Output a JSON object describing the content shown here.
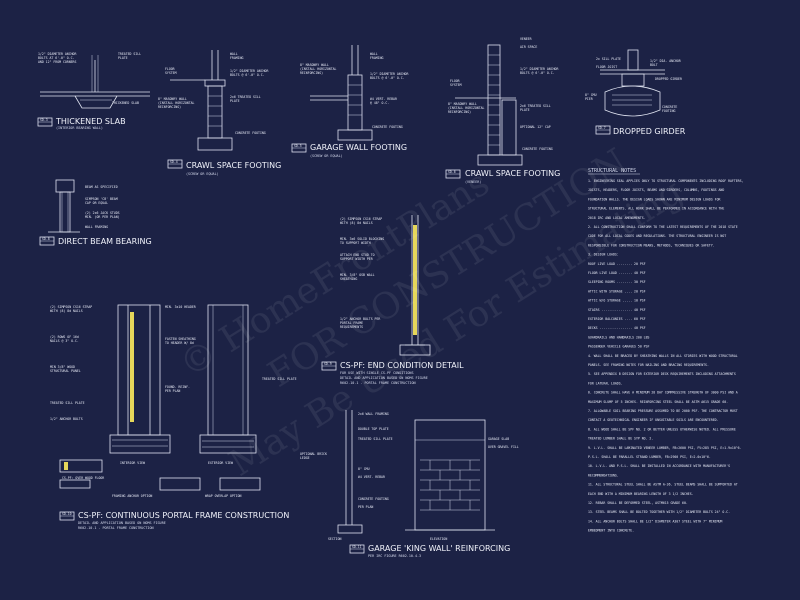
{
  "details": {
    "thickened_slab": {
      "title": "THICKENED SLAB",
      "subtitle": "(INTERIOR BEARING WALL)",
      "tag": "SD-3"
    },
    "crawl_space_footing_1": {
      "title": "CRAWL SPACE FOOTING",
      "subtitle": "(SCREW OR EQUAL)",
      "tag": "SD-4"
    },
    "garage_wall_footing": {
      "title": "GARAGE WALL FOOTING",
      "subtitle": "(SCREW OR EQUAL)",
      "tag": "SD-5"
    },
    "crawl_space_footing_2": {
      "title": "CRAWL SPACE FOOTING",
      "subtitle": "(VENEER)",
      "tag": "SD-6"
    },
    "dropped_girder": {
      "title": "DROPPED GIRDER",
      "tag": "SD-7"
    },
    "direct_beam_bearing": {
      "title": "DIRECT BEAM BEARING",
      "tag": "SD-8"
    },
    "cs_pf_end": {
      "title": "CS-PF: END CONDITION DETAIL",
      "subtitle": "FOR USE WITH SINGLE CS-PF CONDITIONS",
      "subtitle2": "DETAIL AND APPLICATION BASED ON NOMS FIGURE",
      "subtitle3": "R602.10.1 - PORTAL FRAME CONSTRUCTION",
      "tag": "SD-9"
    },
    "cs_pf_continuous": {
      "title": "CS-PF: CONTINUOUS PORTAL FRAME CONSTRUCTION",
      "subtitle": "DETAIL AND APPLICATION BASED ON NOMS FIGURE",
      "subtitle2": "R602.10.1 - PORTAL FRAME CONSTRUCTION",
      "tag": "SD-10"
    },
    "garage_king_wall": {
      "title": "GARAGE 'KING WALL' REINFORCING",
      "subtitle": "PER IRC FIGURE R602.10.4.3",
      "tag": "SD-11"
    }
  },
  "view_labels": {
    "interior": "INTERIOR VIEW",
    "exterior": "EXTERIOR VIEW",
    "framing_anchor": "FRAMING ANCHOR OPTION",
    "wrap_overlap": "WRAP OVERLAP OPTION",
    "over_wood_floor": "CS-PF: OVER WOOD FLOOR",
    "section": "SECTION",
    "elevation": "ELEVATION"
  },
  "structural_notes": {
    "title": "STRUCTURAL NOTES",
    "lines": [
      "1. ENGINEERING SEAL APPLIES ONLY TO STRUCTURAL COMPONENTS INCLUDING ROOF RAFTERS,",
      "   JOISTS, HEADERS, FLOOR JOISTS, BEAMS AND GIRDERS, COLUMNS, FOOTINGS AND",
      "   FOUNDATION WALLS. THE DESIGN LOADS SHOWN ARE MINIMUM DESIGN LOADS FOR",
      "   STRUCTURAL ELEMENTS. ALL WORK SHALL BE PERFORMED IN ACCORDANCE WITH THE",
      "   2018 IRC AND LOCAL AMENDMENTS.",
      "2. ALL CONSTRUCTION SHALL CONFORM TO THE LATEST REQUIREMENTS OF THE 2018 STATE",
      "   CODE FOR ALL LOCAL CODES AND REGULATIONS. THE STRUCTURAL ENGINEER IS NOT",
      "   RESPONSIBLE FOR CONSTRUCTION MEANS, METHODS, TECHNIQUES OR SAFETY.",
      "3. DESIGN LOADS:",
      "   ROOF LIVE LOAD ........ 20 PSF",
      "   FLOOR LIVE LOAD ....... 40 PSF",
      "   SLEEPING ROOMS ........ 30 PSF",
      "   ATTIC WITH STORAGE .... 20 PSF",
      "   ATTIC W/O STORAGE ..... 10 PSF",
      "   STAIRS ................ 40 PSF",
      "   EXTERIOR BALCONIES .... 60 PSF",
      "   DECKS ................. 40 PSF",
      "   GUARDRAILS AND HANDRAILS 200 LBS",
      "   PASSENGER VEHICLE GARAGES 50 PSF",
      "4. WALL SHALL BE BRACED BY SHEATHING WALLS IN ALL STORIES WITH WOOD STRUCTURAL",
      "   PANELS. SEE FRAMING NOTES FOR NAILING AND BRACING REQUIREMENTS.",
      "5. SEE APPENDIX B DESIGN FOR EXTERIOR DECK REQUIREMENTS INCLUDING ATTACHMENTS",
      "   FOR LATERAL LOADS.",
      "6. CONCRETE SHALL HAVE A MINIMUM 28 DAY COMPRESSIVE STRENGTH OF 3000 PSI AND A",
      "   MAXIMUM SLUMP OF 5 INCHES. REINFORCING STEEL SHALL BE ASTM A615 GRADE 60.",
      "7. ALLOWABLE SOIL BEARING PRESSURE ASSUMED TO BE 2000 PSF. THE CONTRACTOR MUST",
      "   CONTACT A GEOTECHNICAL ENGINEER IF UNSUITABLE SOILS ARE ENCOUNTERED.",
      "8. ALL WOOD SHALL BE SPF NO. 2 OR BETTER UNLESS OTHERWISE NOTED. ALL PRESSURE",
      "   TREATED LUMBER SHALL BE SYP NO. 2.",
      "9. L.V.L. SHALL BE LAMINATED VENEER LUMBER, FB=2600 PSI, FV=285 PSI, E=1.9x10^6.",
      "   P.S.L. SHALL BE PARALLEL STRAND LUMBER, FB=2900 PSI, E=2.0x10^6.",
      "10. L.V.L. AND P.S.L. SHALL BE INSTALLED IN ACCORDANCE WITH MANUFACTURER'S",
      "   RECOMMENDATIONS.",
      "11. ALL STRUCTURAL STEEL SHALL BE ASTM A-36. STEEL BEAMS SHALL BE SUPPORTED AT",
      "   EACH END WITH A MINIMUM BEARING LENGTH OF 3 1/2 INCHES.",
      "12. REBAR SHALL BE DEFORMED STEEL, ASTM615 GRADE 60.",
      "13. STEEL BEAMS SHALL BE BOLTED TOGETHER WITH 1/2\" DIAMETER BOLTS 24\" O.C.",
      "14. ALL ANCHOR BOLTS SHALL BE 1/2\" DIAMETER A307 STEEL WITH 7\" MINIMUM",
      "   EMBEDMENT INTO CONCRETE."
    ]
  },
  "watermark": {
    "line1": "© HomeFrontPlans",
    "line2": "FOR CONSTRUCTION",
    "line3": "May Be Used For Estimating"
  }
}
